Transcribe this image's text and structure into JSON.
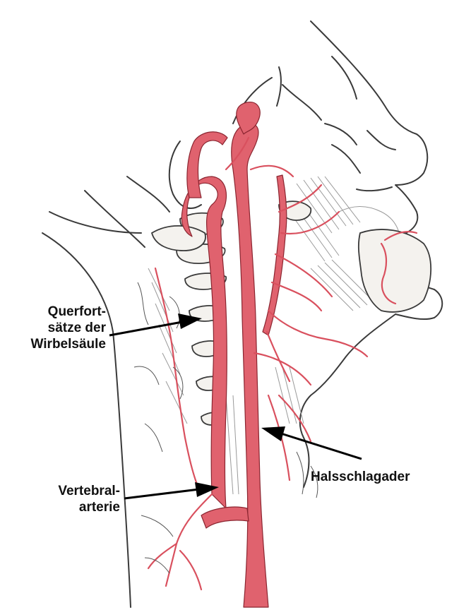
{
  "labels": {
    "vertebrae": {
      "line1": "Querfort-",
      "line2": "sätze der",
      "line3": "Wirbelsäule"
    },
    "carotid": {
      "text": "Halsschlagader"
    },
    "vertebral_artery": {
      "line1": "Vertebral-",
      "line2": "arterie"
    }
  },
  "colors": {
    "artery": "#e0626e",
    "artery_outline": "#8a2530",
    "line_art": "#3a3a3a",
    "arrow": "#000000",
    "background": "#ffffff"
  }
}
